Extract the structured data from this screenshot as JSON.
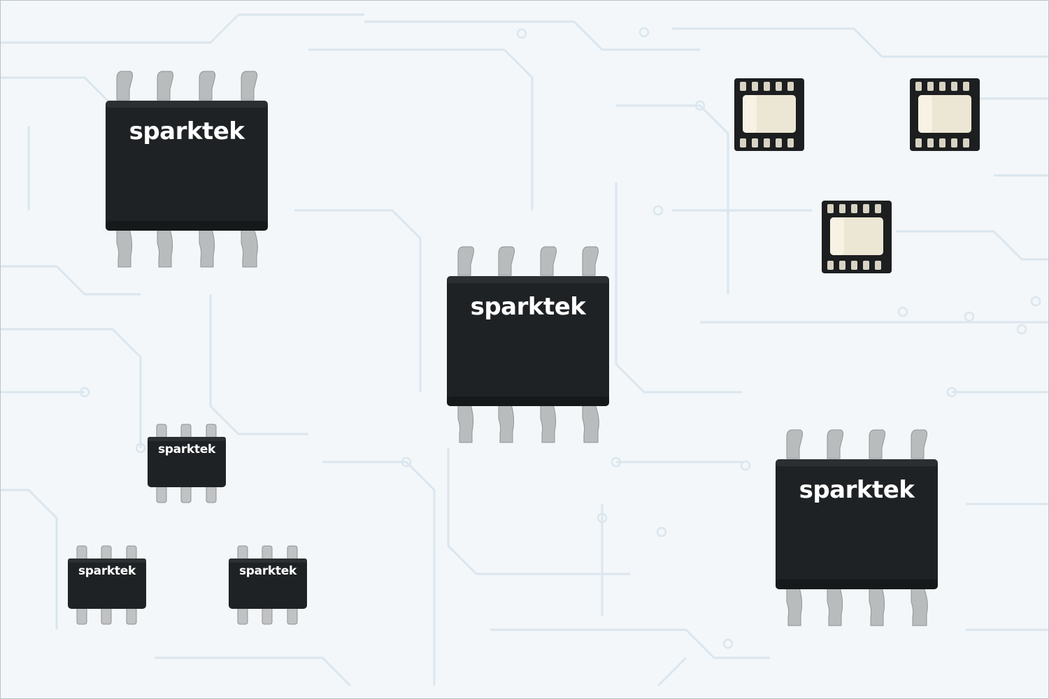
{
  "scene": {
    "background": "#f3f7fa",
    "trace_color": "#dbe6ee",
    "package_color": "#1f2224",
    "lead_color": "#b9bcbd",
    "marking_color": "#ffffff"
  },
  "chips": {
    "soic_top_left": {
      "brand": "sparktek"
    },
    "soic_center": {
      "brand": "sparktek"
    },
    "soic_bottom_right": {
      "brand": "sparktek"
    },
    "sot_middle": {
      "brand": "sparktek"
    },
    "sot_bottom_left": {
      "brand": "sparktek"
    },
    "sot_bottom_center": {
      "brand": "sparktek"
    },
    "dfn_top_left": {},
    "dfn_top_right": {},
    "dfn_bottom": {}
  }
}
